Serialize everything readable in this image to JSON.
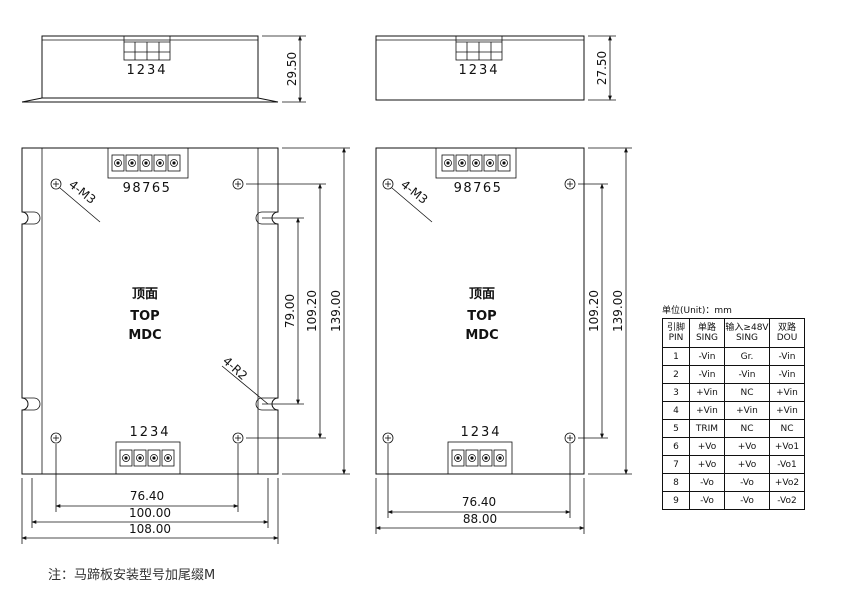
{
  "left_view": {
    "side_pins": "1234",
    "side_height": "29.50",
    "top_pins": "98765",
    "bottom_pins": "1234",
    "hole_label": "4-M3",
    "slot_label": "4-R2",
    "face_label": "顶面",
    "top_text": "TOP",
    "model_text": "MDC",
    "dim_mount_spacing": "79.00",
    "dim_inner_height": "109.20",
    "dim_outer_height": "139.00",
    "dim_hole_spacing": "76.40",
    "dim_inner_width": "100.00",
    "dim_outer_width": "108.00"
  },
  "right_view": {
    "side_pins": "1234",
    "side_height": "27.50",
    "top_pins": "98765",
    "bottom_pins": "1234",
    "hole_label": "4-M3",
    "face_label": "顶面",
    "top_text": "TOP",
    "model_text": "MDC",
    "dim_inner_height": "109.20",
    "dim_outer_height": "139.00",
    "dim_hole_spacing": "76.40",
    "dim_outer_width": "88.00"
  },
  "pin_table": {
    "unit": "单位(Unit)：mm",
    "headers": [
      [
        "引脚",
        "PIN"
      ],
      [
        "单路",
        "SING"
      ],
      [
        "输入≥48V",
        "SING"
      ],
      [
        "双路",
        "DOU"
      ]
    ],
    "rows": [
      [
        "1",
        "-Vin",
        "Gr.",
        "-Vin"
      ],
      [
        "2",
        "-Vin",
        "-Vin",
        "-Vin"
      ],
      [
        "3",
        "+Vin",
        "NC",
        "+Vin"
      ],
      [
        "4",
        "+Vin",
        "+Vin",
        "+Vin"
      ],
      [
        "5",
        "TRIM",
        "NC",
        "NC"
      ],
      [
        "6",
        "+Vo",
        "+Vo",
        "+Vo1"
      ],
      [
        "7",
        "+Vo",
        "+Vo",
        "-Vo1"
      ],
      [
        "8",
        "-Vo",
        "-Vo",
        "+Vo2"
      ],
      [
        "9",
        "-Vo",
        "-Vo",
        "-Vo2"
      ]
    ]
  },
  "note": "注：马蹄板安装型号加尾缀M"
}
